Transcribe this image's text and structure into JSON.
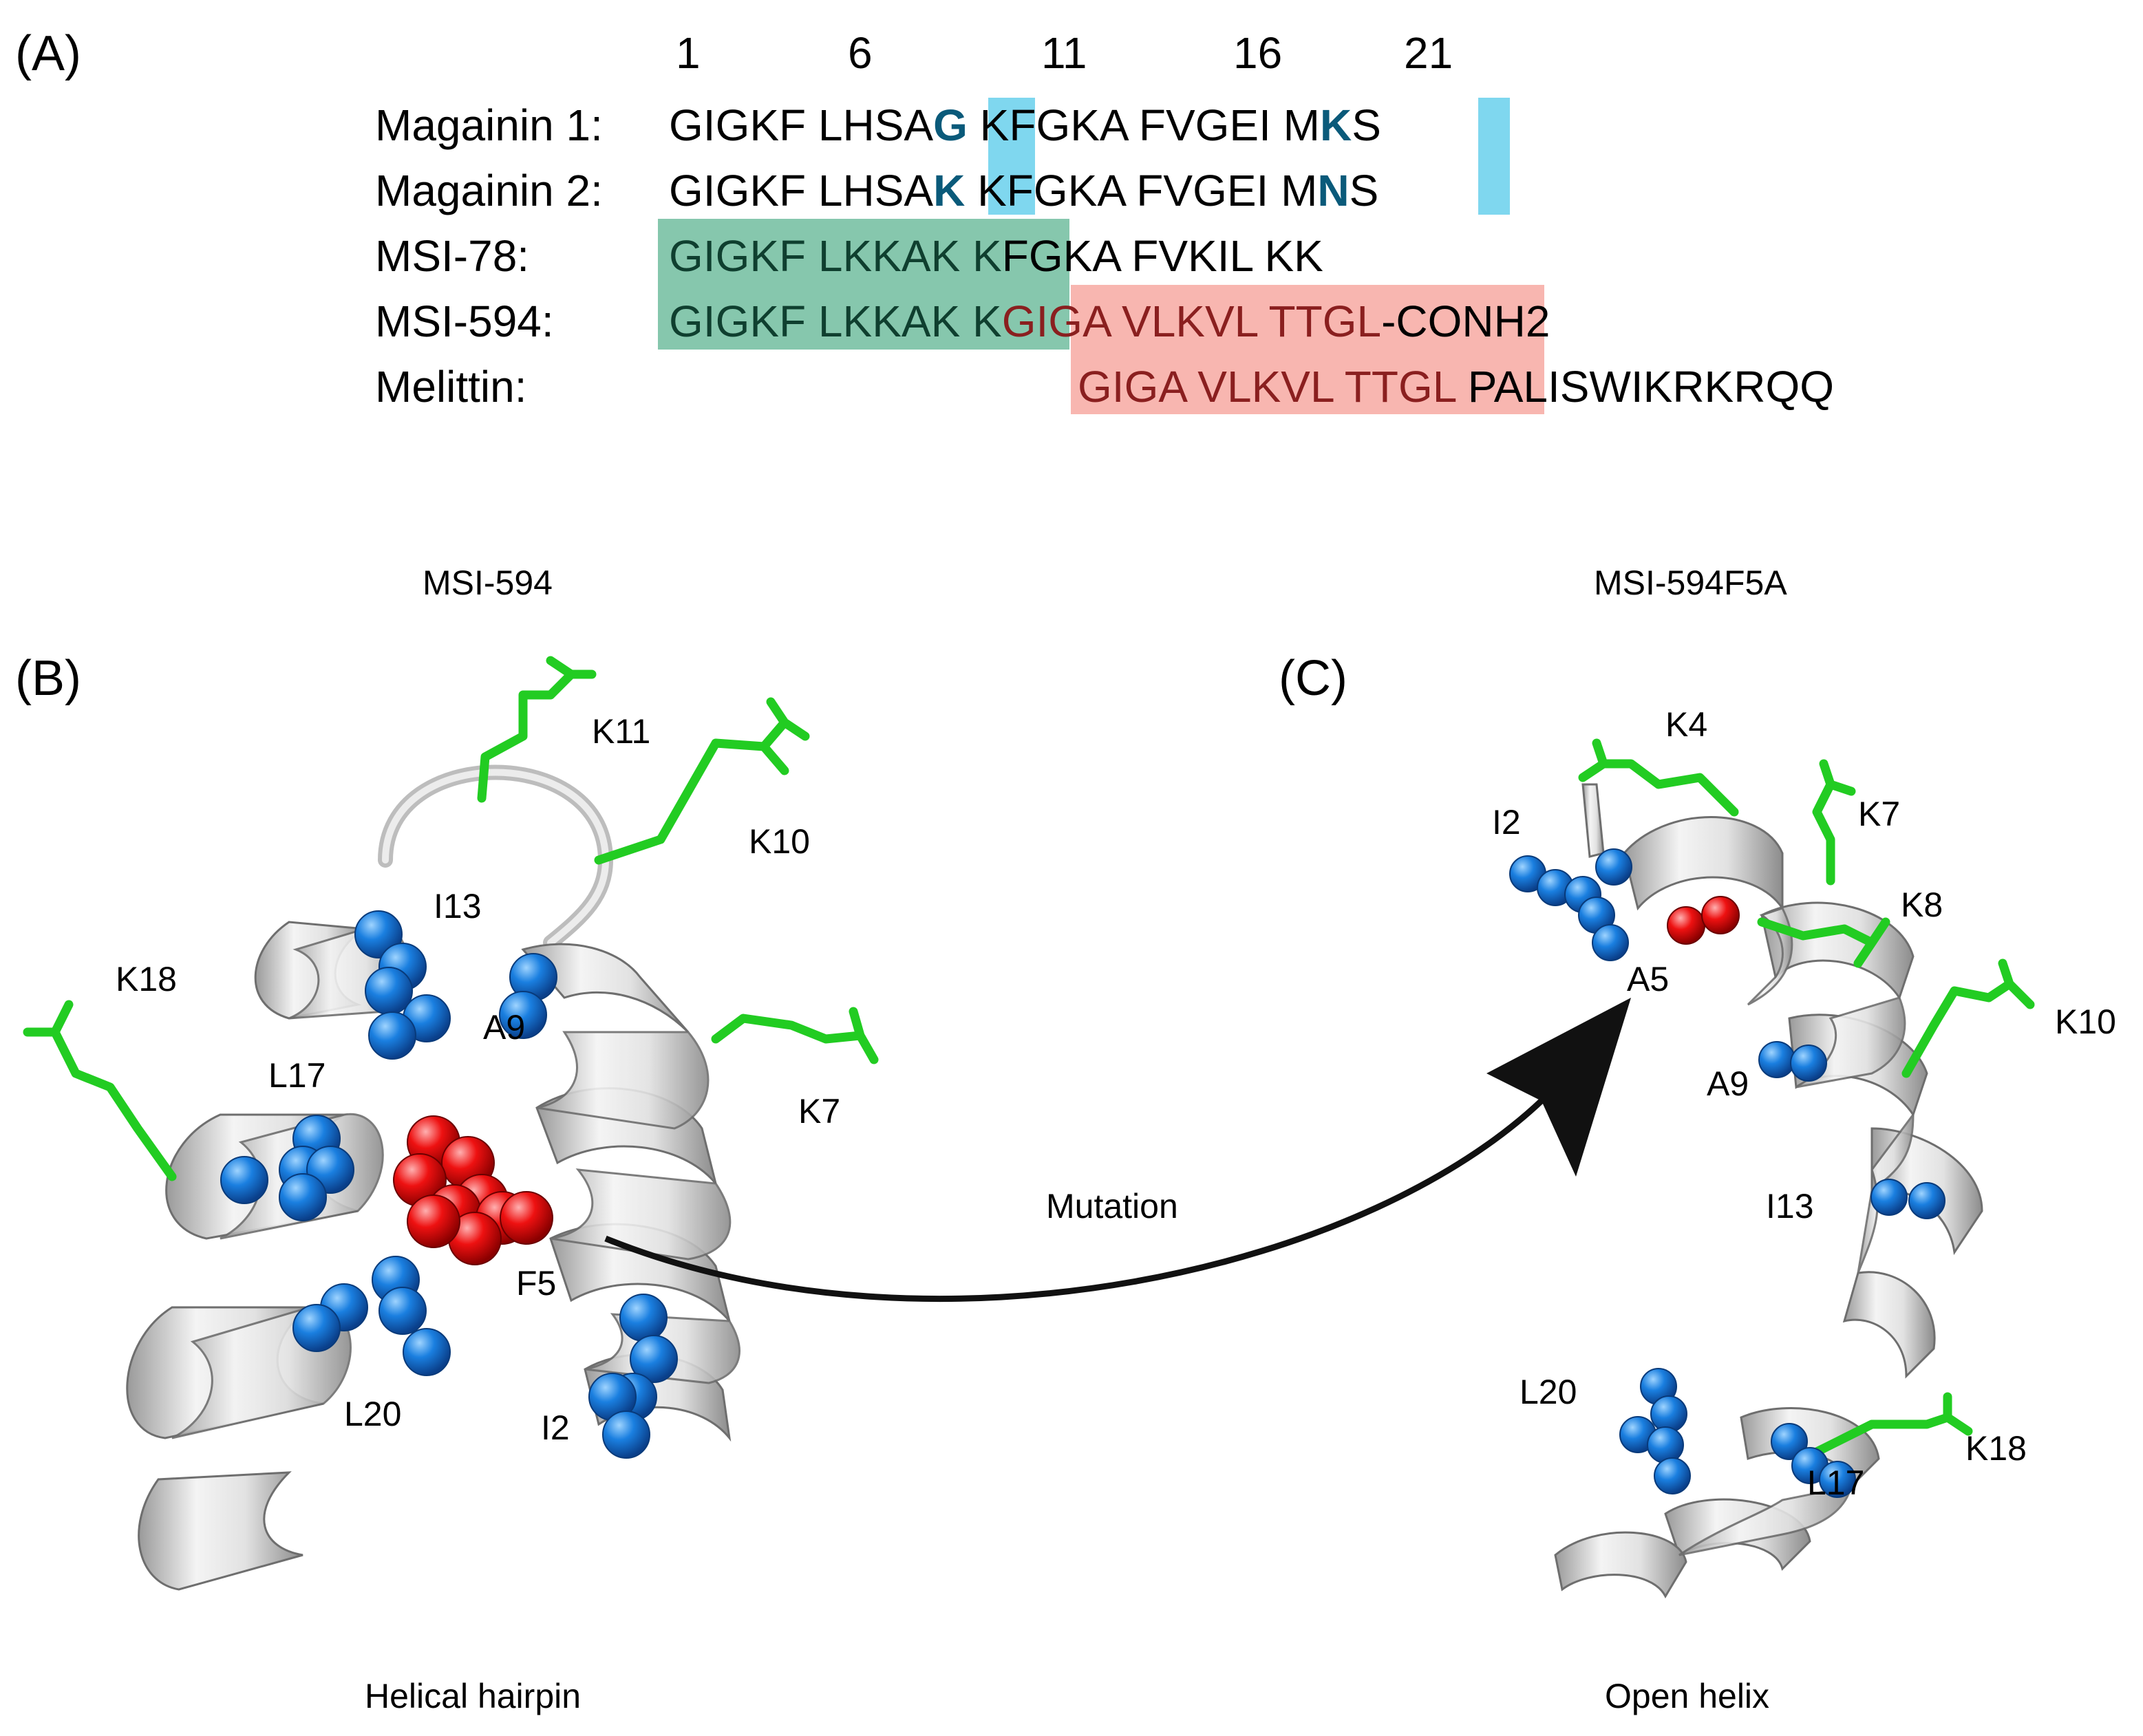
{
  "panels": {
    "a": "(A)",
    "b": "(B)",
    "c": "(C)"
  },
  "positions": [
    "1",
    "6",
    "11",
    "16",
    "21"
  ],
  "rows": [
    {
      "name": "Magainin 1:",
      "s1": "GIGKF LHSA",
      "s2": "G",
      "s3": " KFGKA FVGEI M",
      "s4": "K",
      "s5": "S"
    },
    {
      "name": "Magainin 2:",
      "s1": "GIGKF LHSA",
      "s2": "K",
      "s3": " KFGKA FVGEI M",
      "s4": "N",
      "s5": "S"
    },
    {
      "name": "MSI-78:",
      "green": "GIGKF LKKAK K",
      "rest": "FGKA FVKIL KK"
    },
    {
      "name": "MSI-594:",
      "green": "GIGKF LKKAK K",
      "red": "GIGA VLKVL TTGL",
      "rest": "-CONH2"
    },
    {
      "name": "Melittin:",
      "red": "GIGA VLKVL TTGL",
      "rest": " PALISWIKRKRQQ"
    }
  ],
  "colors": {
    "green_box": "#86c7ad",
    "red_box": "#f8b6b0",
    "cyan_box": "#7fd7ef",
    "sidechain": "#22cc22",
    "hydrophobic": "#1a7fe0",
    "mutation_site": "#ee1111",
    "ribbon": "#d8d8d8"
  },
  "structures": {
    "left": {
      "title": "MSI-594",
      "caption": "Helical hairpin",
      "labels": {
        "k11": "K11",
        "k10": "K10",
        "i13": "I13",
        "k18": "K18",
        "a9": "A9",
        "k7": "K7",
        "l17": "L17",
        "f5": "F5",
        "l20": "L20",
        "i2": "I2"
      }
    },
    "right": {
      "title": "MSI-594F5A",
      "caption": "Open helix",
      "labels": {
        "k4": "K4",
        "k7": "K7",
        "i2": "I2",
        "k8": "K8",
        "a5": "A5",
        "k10": "K10",
        "a9": "A9",
        "i13": "I13",
        "l20": "L20",
        "k18": "K18",
        "l17": "L17"
      }
    }
  },
  "arrow_label": "Mutation"
}
